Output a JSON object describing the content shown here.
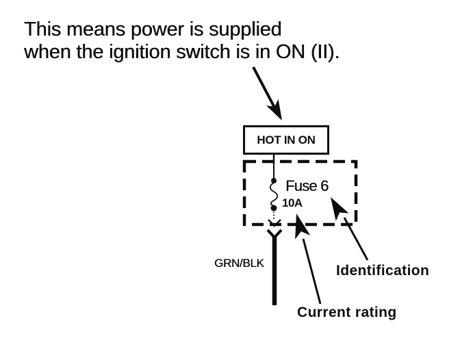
{
  "colors": {
    "ink": "#0d0d0d",
    "background": "#ffffff"
  },
  "annotation": {
    "line1": "This means power is supplied",
    "line2": "when the ignition switch is in ON (II)."
  },
  "power_source_box": {
    "label": "HOT IN ON"
  },
  "fuse": {
    "name": "Fuse 6",
    "rating": "10A"
  },
  "wire": {
    "color_code": "GRN/BLK"
  },
  "callouts": {
    "identification": "Identification",
    "current_rating": "Current rating"
  },
  "icons": {
    "annotation_arrow": "down-right-arrow-icon",
    "identification_pointer": "cursor-arrow-icon",
    "current_rating_pointer": "cursor-arrow-icon",
    "fuse_symbol": "fuse-squiggle-symbol",
    "connector_symbol": "male-female-terminal-symbol"
  }
}
